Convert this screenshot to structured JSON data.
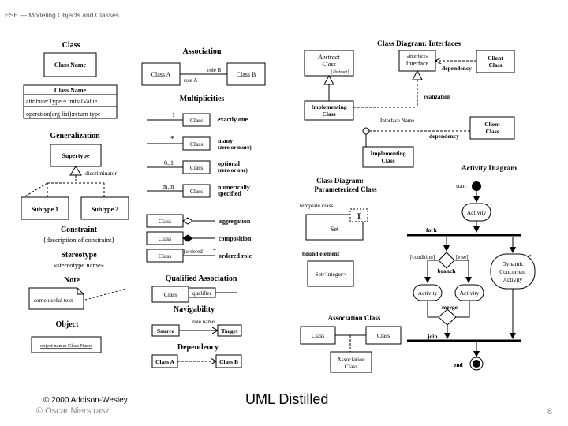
{
  "header": {
    "title": "ESE — Modeling Objects and Classes"
  },
  "footer": {
    "copyright_book": "© 2000 Addison-Wesley",
    "copyright_author": "© Oscar Nierstrasz",
    "slide_title": "UML Distilled",
    "page_number": "8"
  },
  "col1": {
    "class_title": "Class",
    "class_name": "Class Name",
    "detail_name": "Class Name",
    "detail_attr": "attribute:Type = initialValue",
    "detail_op": "operation(arg list):return type",
    "generalization_title": "Generalization",
    "supertype": "Supertype",
    "discriminator": "discriminator",
    "subtype1": "Subtype 1",
    "subtype2": "Subtype 2",
    "constraint_title": "Constraint",
    "constraint_text": "{description of constraint}",
    "stereotype_title": "Stereotype",
    "stereotype_text": "«stereotype name»",
    "note_title": "Note",
    "note_text": "some useful text",
    "object_title": "Object",
    "object_text": "object name: Class Name"
  },
  "col2": {
    "association_title": "Association",
    "class_a": "Class A",
    "class_b": "Class B",
    "role_b": "role B",
    "role_a": "role A",
    "multiplicities_title": "Multiplicities",
    "class_label": "Class",
    "mult": [
      {
        "sym": "1",
        "desc1": "exactly one",
        "desc2": ""
      },
      {
        "sym": "*",
        "desc1": "many",
        "desc2": "(zero or more)"
      },
      {
        "sym": "0..1",
        "desc1": "optional",
        "desc2": "(zero or one)"
      },
      {
        "sym": "m..n",
        "desc1": "numerically",
        "desc2": "specified"
      }
    ],
    "aggregation": "aggregation",
    "composition": "composition",
    "ordered_tag": "{ordered}",
    "ordered_star": "*",
    "ordered_role": "ordered role",
    "qualified_title": "Qualified Association",
    "qualifier": "qualifier",
    "navigability_title": "Navigability",
    "role_name": "role name",
    "source": "Source",
    "target": "Target",
    "dependency_title": "Dependency",
    "dep_a": "Class A",
    "dep_b": "Class B"
  },
  "col3": {
    "interfaces_title": "Class Diagram: Interfaces",
    "abstract_class": "Abstract",
    "abstract_class2": "Class",
    "abstract_tag": "{abstract}",
    "interface_stereo": "«interface»",
    "interface": "Interface",
    "client_class": "Client",
    "client_class2": "Class",
    "dependency": "dependency",
    "implementing": "Implementing",
    "implementing2": "Class",
    "realization": "realization",
    "interface_name": "Interface Name",
    "client2": "Client",
    "client2b": "Class",
    "dependency2": "dependency",
    "impl2": "Implementing",
    "impl2b": "Class",
    "param_title1": "Class Diagram:",
    "param_title2": "Parameterized Class",
    "template_class": "template class",
    "t": "T",
    "set": "Set",
    "bound_element": "bound element",
    "set_integer": "Set<Integer>",
    "assoc_class_title": "Association Class",
    "class1": "Class",
    "class2": "Class",
    "assoc_class": "Association",
    "assoc_class2": "Class"
  },
  "activity": {
    "title": "Activity Diagram",
    "start": "start",
    "activity": "Activity",
    "fork": "fork",
    "condition": "[condition]",
    "else": "[else]",
    "branch": "branch",
    "act_left": "Activity",
    "act_right": "Activity",
    "dynamic1": "Dynamic",
    "dynamic2": "Concurrent",
    "dynamic3": "Activity",
    "merge": "merge",
    "join": "join",
    "end": "end"
  }
}
